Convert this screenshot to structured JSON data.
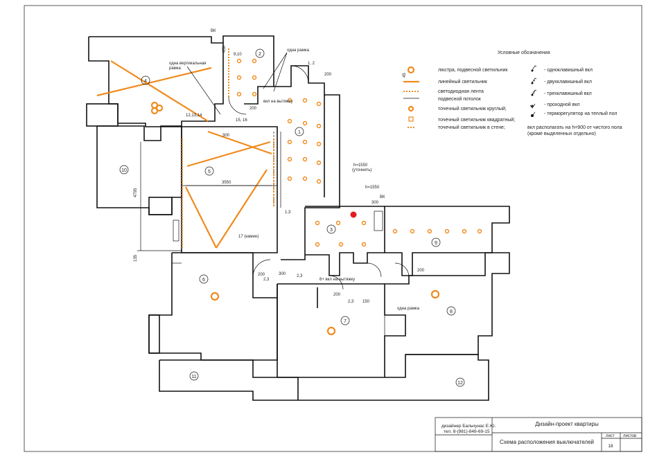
{
  "colors": {
    "wall": "#111111",
    "lighting": "#f08a1c",
    "switch_marker": "#e02020",
    "background": "#ffffff"
  },
  "legend": {
    "title": "Условные обозначения",
    "lights": [
      {
        "icon": "chandelier-icon",
        "label": "люстра, подвесной светильник"
      },
      {
        "icon": "linear-light-icon",
        "label": "линейный светильник"
      },
      {
        "icon": "led-strip-icon",
        "label": "светодиодная лента"
      },
      {
        "icon": "suspended-ceiling-icon",
        "label": "подвесной потолок"
      },
      {
        "icon": "round-spot-icon",
        "label": "точечный светильник круглый;"
      },
      {
        "icon": "square-spot-icon",
        "label": "точечный светильник квадратный;"
      },
      {
        "icon": "wall-spot-icon",
        "label": "точечный светильник в стене;"
      }
    ],
    "switches": [
      {
        "icon": "single-switch-icon",
        "label": "- одноклавишный вкл"
      },
      {
        "icon": "double-switch-icon",
        "label": "- двухклавишный вкл"
      },
      {
        "icon": "triple-switch-icon",
        "label": "- трехклавишный вкл"
      },
      {
        "icon": "pass-switch-icon",
        "label": "- проходной вкл"
      },
      {
        "icon": "thermostat-icon",
        "label": "- терморегулятор на теплый пол"
      }
    ],
    "note": "вкл располагать на h=900 от чистого пола",
    "note2": "(кроме выделенных отдельно)",
    "led_height": "45"
  },
  "annotations": {
    "one_frame_top": "одна рамка",
    "one_vertical_frame": "одна вертикальная",
    "frame_word": "рамка",
    "exhaust_top": "вкл на вытяжку",
    "h1550_a": "h=1550",
    "h1550_a2": "(уточнить)",
    "h1550_b": "h=1550",
    "exhaust_bottom": "6+ вкл на вытяжку",
    "fireplace": "17 (камин)",
    "one_frame_bottom": "одна рамка",
    "vk": "ВК",
    "vk2": "ВК",
    "l_12_13_14": "12,13,14",
    "l_15_16": "15, 16",
    "l_1_2": "1, 2",
    "l_1_3": "1,3",
    "l_2_3a": "2,3",
    "l_2_3b": "2,3",
    "l_2_3c": "2,3",
    "l_9_10": "9,10"
  },
  "dimensions": {
    "d_3550": "3550",
    "d_4795": "4795",
    "d_200a": "200",
    "d_200b": "200",
    "d_200c": "200",
    "d_200d": "200",
    "d_200e": "200",
    "d_300a": "300",
    "d_300b": "300",
    "d_300c": "300",
    "d_150": "150",
    "d_135": "135",
    "d_450": "450"
  },
  "rooms": [
    "1",
    "2",
    "3",
    "4",
    "5",
    "6",
    "7",
    "8",
    "9",
    "10",
    "11",
    "12"
  ],
  "title_block": {
    "designer": "дизайнер Бальчунас Е.Ю.",
    "phone": "тел. 8-(981)-849-69-15",
    "project": "Дизайн-проект квартиры",
    "sheet_title": "Схема расположения выключателей",
    "sheet_label": "лист",
    "sheets_label": "листов",
    "sheet_number": "18"
  }
}
